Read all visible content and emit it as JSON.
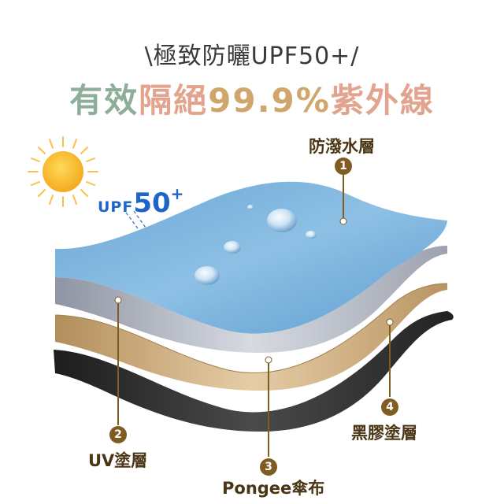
{
  "headline": {
    "line1": "\\極致防曬UPF50+/",
    "line2_parts": [
      "有效",
      "隔絕",
      "99.9%",
      "紫外線"
    ]
  },
  "upf_badge": {
    "text1": "UPF",
    "text2": "50",
    "text3": "+"
  },
  "layers": [
    {
      "number": "1",
      "label": "防潑水層"
    },
    {
      "number": "2",
      "label": "UV塗層"
    },
    {
      "number": "3",
      "label": "Pongee傘布"
    },
    {
      "number": "4",
      "label": "黑膠塗層"
    }
  ],
  "colors": {
    "water_repellent_layer": "#7fb5da",
    "uv_coating_layer": "#b7bcc7",
    "pongee_layer": "#c9a878",
    "black_glue_layer": "#2b2b2b",
    "callout_line": "#7e5c22",
    "sun": "#f7b72e",
    "upf_text": "#1f64c8"
  }
}
